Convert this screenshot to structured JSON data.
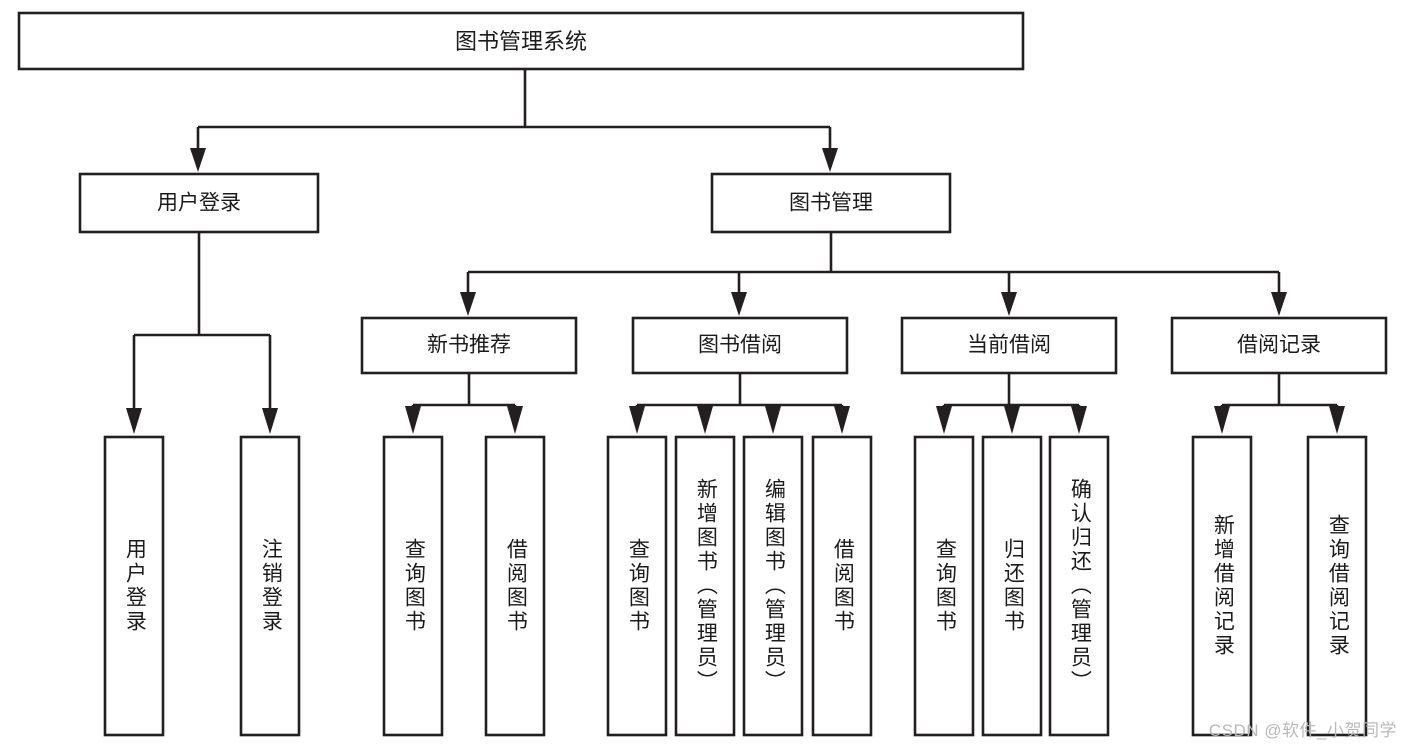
{
  "diagram": {
    "title": "图书管理系统",
    "type": "tree-hierarchy-diagram",
    "root": {
      "id": "root",
      "label": "图书管理系统",
      "orientation": "horizontal"
    },
    "level1": [
      {
        "id": "user-login",
        "label": "用户登录",
        "orientation": "horizontal"
      },
      {
        "id": "book-management",
        "label": "图书管理",
        "orientation": "horizontal"
      }
    ],
    "level2": [
      {
        "id": "new-book-recommend",
        "label": "新书推荐",
        "orientation": "horizontal",
        "parent": "book-management"
      },
      {
        "id": "book-borrow",
        "label": "图书借阅",
        "orientation": "horizontal",
        "parent": "book-management"
      },
      {
        "id": "current-borrow",
        "label": "当前借阅",
        "orientation": "horizontal",
        "parent": "book-management"
      },
      {
        "id": "borrow-record",
        "label": "借阅记录",
        "orientation": "horizontal",
        "parent": "book-management"
      }
    ],
    "leaves": [
      {
        "id": "leaf-user-login",
        "label": "用户登录",
        "orientation": "vertical",
        "parent": "user-login"
      },
      {
        "id": "leaf-logout-login",
        "label": "注销登录",
        "orientation": "vertical",
        "parent": "user-login"
      },
      {
        "id": "leaf-query-book-1",
        "label": "查询图书",
        "orientation": "vertical",
        "parent": "new-book-recommend"
      },
      {
        "id": "leaf-borrow-book-1",
        "label": "借阅图书",
        "orientation": "vertical",
        "parent": "new-book-recommend"
      },
      {
        "id": "leaf-query-book-2",
        "label": "查询图书",
        "orientation": "vertical",
        "parent": "book-borrow"
      },
      {
        "id": "leaf-add-book",
        "label": "新增图书（管理员）",
        "orientation": "vertical",
        "parent": "book-borrow"
      },
      {
        "id": "leaf-edit-book",
        "label": "编辑图书（管理员）",
        "orientation": "vertical",
        "parent": "book-borrow"
      },
      {
        "id": "leaf-borrow-book-2",
        "label": "借阅图书",
        "orientation": "vertical",
        "parent": "book-borrow"
      },
      {
        "id": "leaf-query-book-3",
        "label": "查询图书",
        "orientation": "vertical",
        "parent": "current-borrow"
      },
      {
        "id": "leaf-return-book",
        "label": "归还图书",
        "orientation": "vertical",
        "parent": "current-borrow"
      },
      {
        "id": "leaf-confirm-return",
        "label": "确认归还（管理员）",
        "orientation": "vertical",
        "parent": "current-borrow"
      },
      {
        "id": "leaf-add-record",
        "label": "新增借阅记录",
        "orientation": "vertical",
        "parent": "borrow-record"
      },
      {
        "id": "leaf-query-record",
        "label": "查询借阅记录",
        "orientation": "vertical",
        "parent": "borrow-record"
      }
    ],
    "colors": {
      "stroke": "#231f20",
      "fill": "#ffffff",
      "text": "#1b1b1b",
      "watermark": "#b9b9b9"
    }
  },
  "watermark": {
    "text": "CSDN @软件_小贺同学"
  }
}
